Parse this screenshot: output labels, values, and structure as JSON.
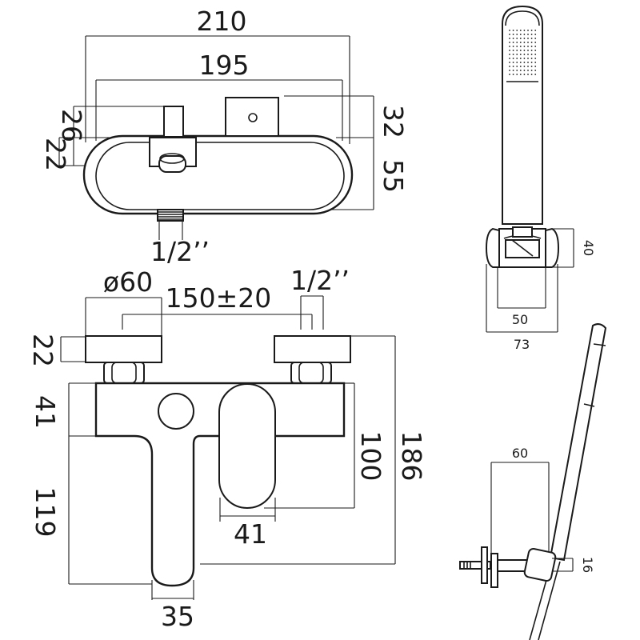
{
  "top_view": {
    "overall_width": "210",
    "inner_width": "195",
    "left_upper_height": "26",
    "left_lower_height": "22",
    "right_upper_height": "32",
    "right_lower_height": "55",
    "inlet_size": "1/2’’"
  },
  "front_view": {
    "flange_diameter": "ø60",
    "centres": "150±20",
    "inlet_size": "1/2’’",
    "flange_depth": "22",
    "body_height": "41",
    "spout_drop": "119",
    "handle_height": "100",
    "overall_projection": "186",
    "handle_width": "41",
    "spout_width": "35"
  },
  "handset_holder": {
    "holder_height": "40",
    "inner_width": "50",
    "outer_width": "73"
  },
  "hose_side_view": {
    "projection": "60",
    "pipe_height": "16"
  }
}
